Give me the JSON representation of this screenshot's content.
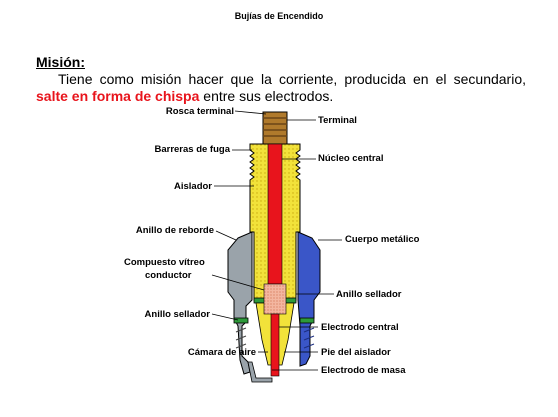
{
  "page_title": "Bujías de Encendido",
  "mission": {
    "label": "Misión:",
    "text_before": "Tiene como misión hacer que la corriente, producida en el secundario,",
    "highlight": "salte en forma de chispa",
    "text_after": " entre sus electrodos."
  },
  "labels": {
    "rosca_terminal": "Rosca terminal",
    "terminal": "Terminal",
    "barreras_de_fuga": "Barreras de fuga",
    "nucleo_central": "Núcleo central",
    "aislador": "Aislador",
    "anillo_de_reborde": "Anillo de reborde",
    "cuerpo_metalico": "Cuerpo metálico",
    "compuesto_line1": "Compuesto vítreo",
    "compuesto_line2": "conductor",
    "anillo_sellador_right": "Anillo sellador",
    "anillo_sellador_left": "Anillo sellador",
    "electrodo_central": "Electrodo central",
    "camara_de_aire": "Cámara de aire",
    "pie_del_aislador": "Pie del aislador",
    "electrodo_de_masa": "Electrodo de masa"
  },
  "colors": {
    "highlight": "#e8141c",
    "insulator": "#f2e23a",
    "core": "#e8141c",
    "metal_body": "#3a56c8",
    "shell": "#9aa3aa",
    "seal": "#2d9a3a",
    "terminal": "#b07a2c"
  }
}
